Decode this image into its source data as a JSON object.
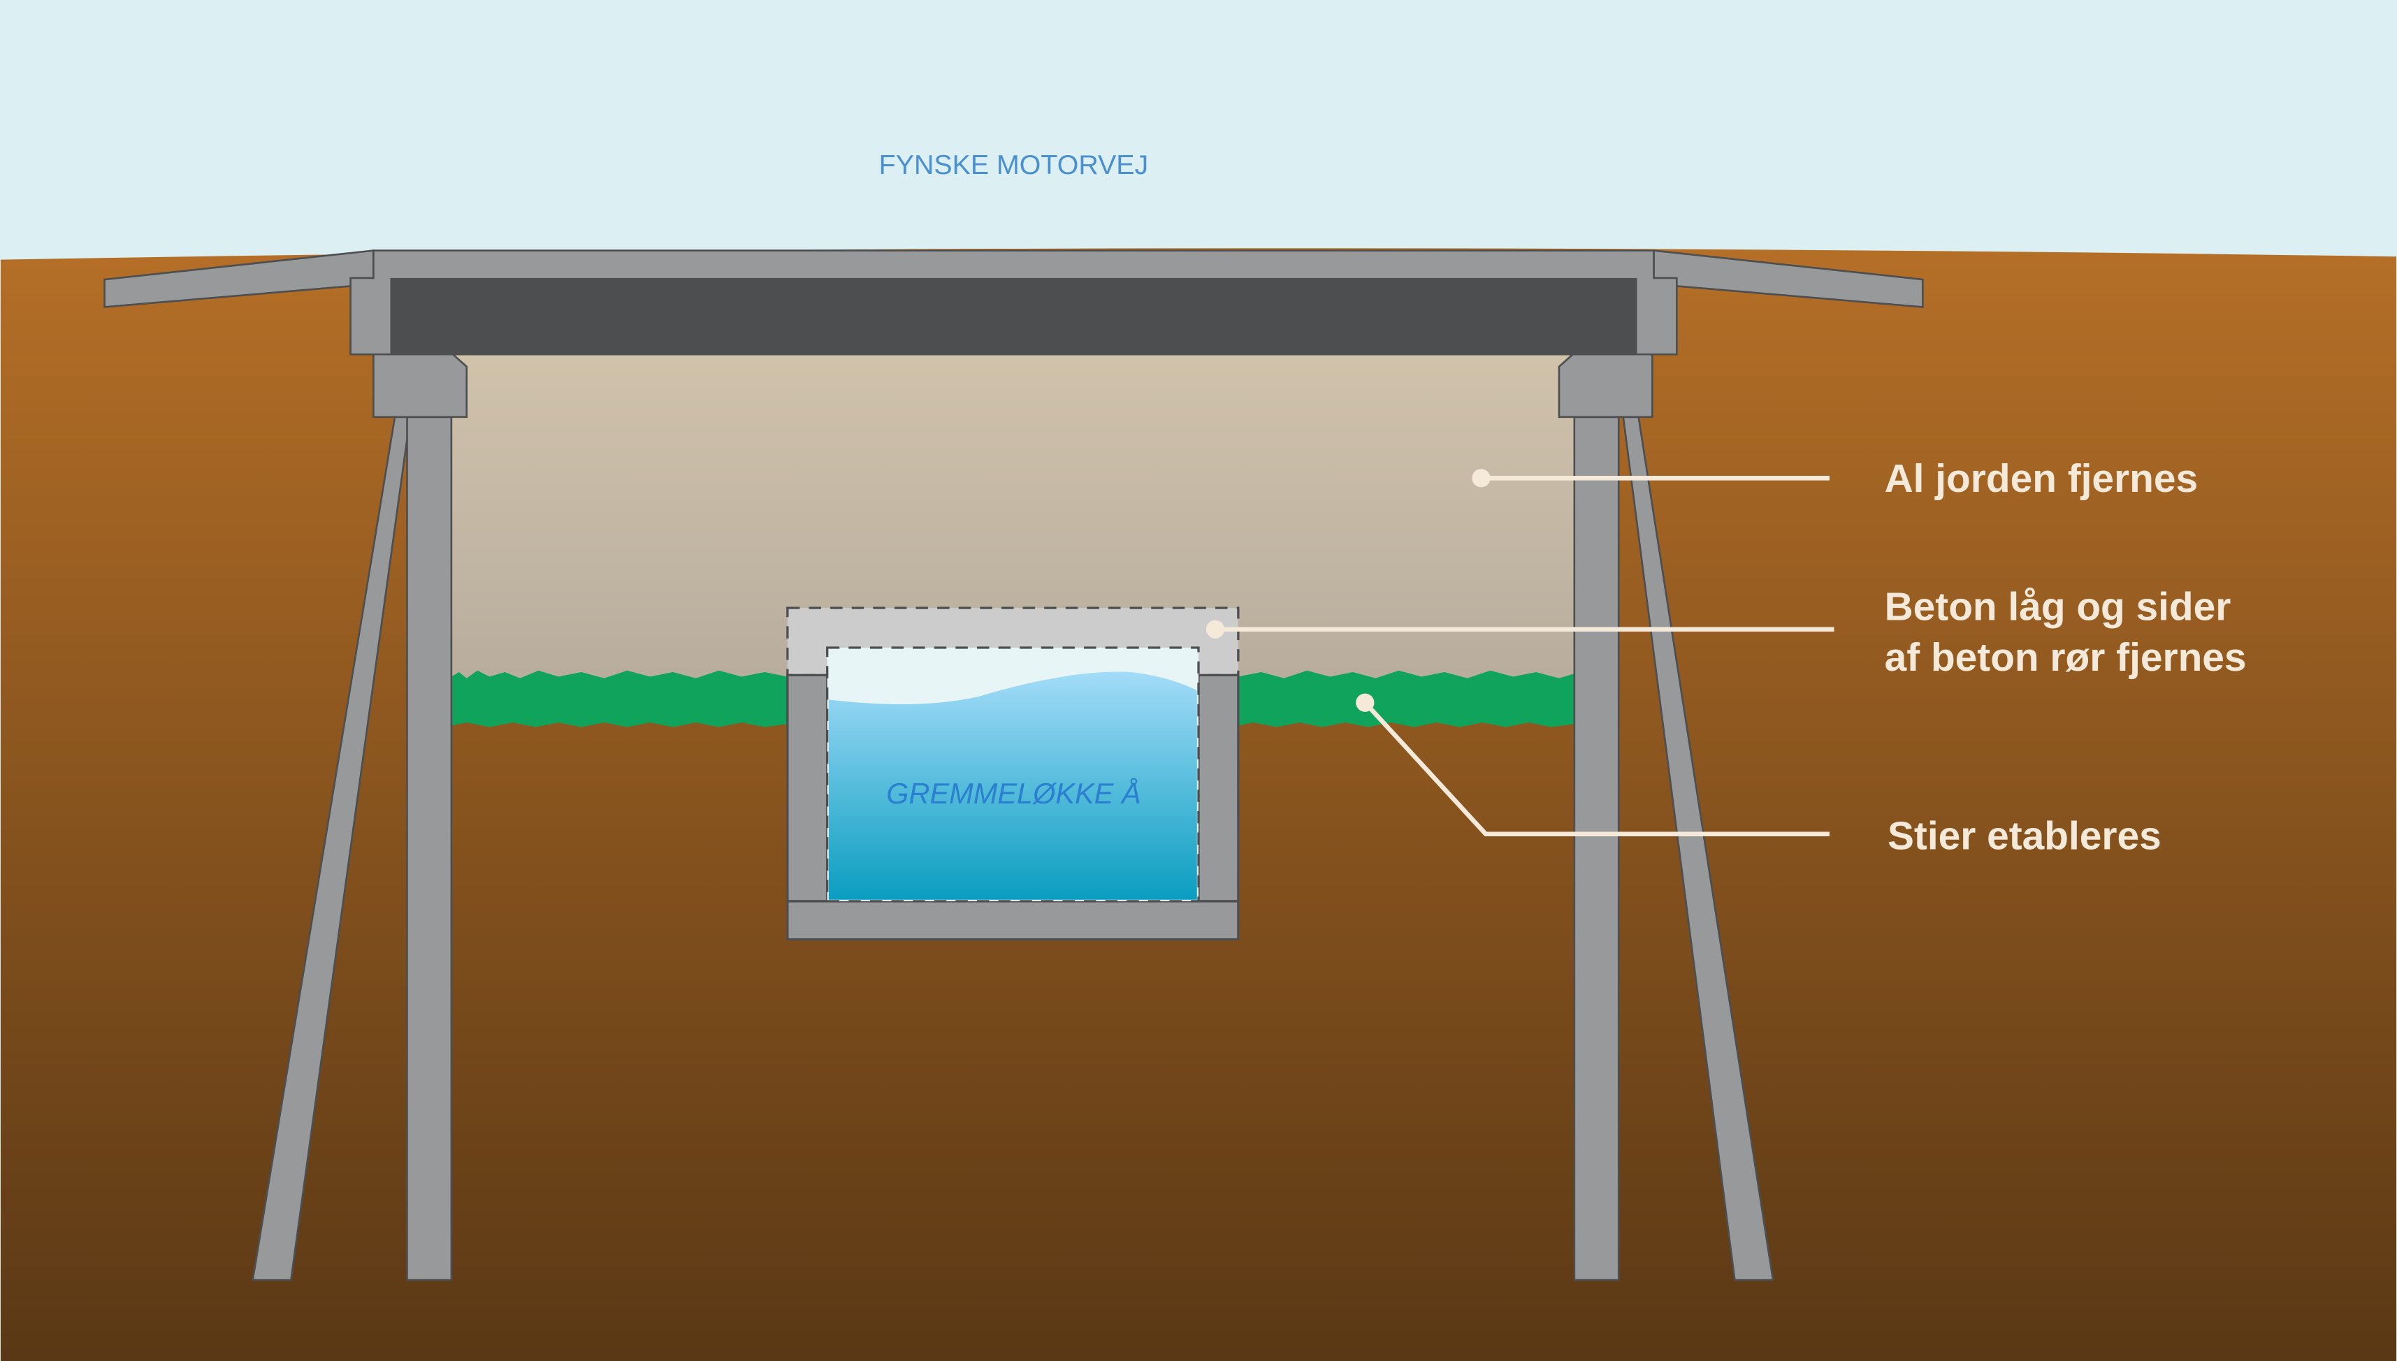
{
  "road_label": "FYNSKE MOTORVEJ",
  "river_label": "GREMMELØKKE Å",
  "annotations": [
    {
      "id": "soil",
      "text": [
        "Al jorden fjernes"
      ]
    },
    {
      "id": "concrete",
      "text": [
        "Beton låg og sider",
        "af beton rør fjernes"
      ]
    },
    {
      "id": "paths",
      "text": [
        "Stier etableres"
      ]
    }
  ],
  "colors": {
    "sky": "#dcf0f3",
    "soil_top": "#b56f27",
    "soil_bottom": "#5a3815",
    "concrete": "#98999b",
    "deck": "#4d4e50",
    "grass": "#0fa35c",
    "water": "#0a9dc0",
    "label": "#f5e9d9",
    "road_label": "#4a90d0"
  }
}
